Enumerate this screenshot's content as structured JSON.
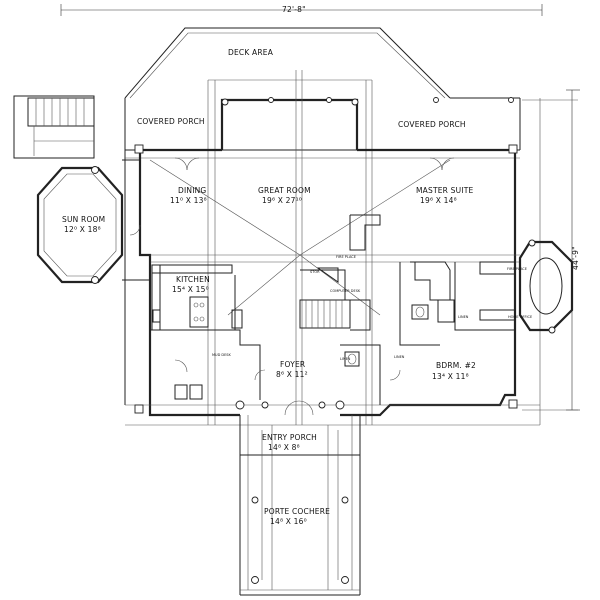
{
  "dimensions": {
    "width": "72'-8\"",
    "depth": "44'-9\""
  },
  "rooms": {
    "deck": {
      "name": "DECK AREA"
    },
    "porch_l": {
      "name": "COVERED PORCH"
    },
    "porch_r": {
      "name": "COVERED PORCH"
    },
    "dining": {
      "name": "DINING",
      "size": "11⁰ X 13⁸"
    },
    "great": {
      "name": "GREAT ROOM",
      "size": "19⁶ X 27¹⁰"
    },
    "master": {
      "name": "MASTER SUITE",
      "size": "19⁶ X 14⁸"
    },
    "sun": {
      "name": "SUN ROOM",
      "size": "12⁰ X 18⁸"
    },
    "kitchen": {
      "name": "KITCHEN",
      "size": "15⁴ X 15⁰"
    },
    "foyer": {
      "name": "FOYER",
      "size": "8⁶ X 11²"
    },
    "bdrm2": {
      "name": "BDRM. #2",
      "size": "13⁴ X 11⁸"
    },
    "entry": {
      "name": "ENTRY PORCH",
      "size": "14⁸ X 8⁸"
    },
    "porte": {
      "name": "PORTE COCHERE",
      "size": "14⁸ X 16⁰"
    }
  },
  "fixtures": {
    "fireplace_gr": "FIRE PLACE",
    "fireplace_ms": "FIRE PLACE",
    "computer_desk": "COMPUTER DESK",
    "mud_desk": "MUD DESK",
    "linen_1": "LINEN",
    "linen_2": "LINEN",
    "linen_3": "LINEN",
    "stor": "STOR",
    "home_office": "HOME OFFICE"
  }
}
